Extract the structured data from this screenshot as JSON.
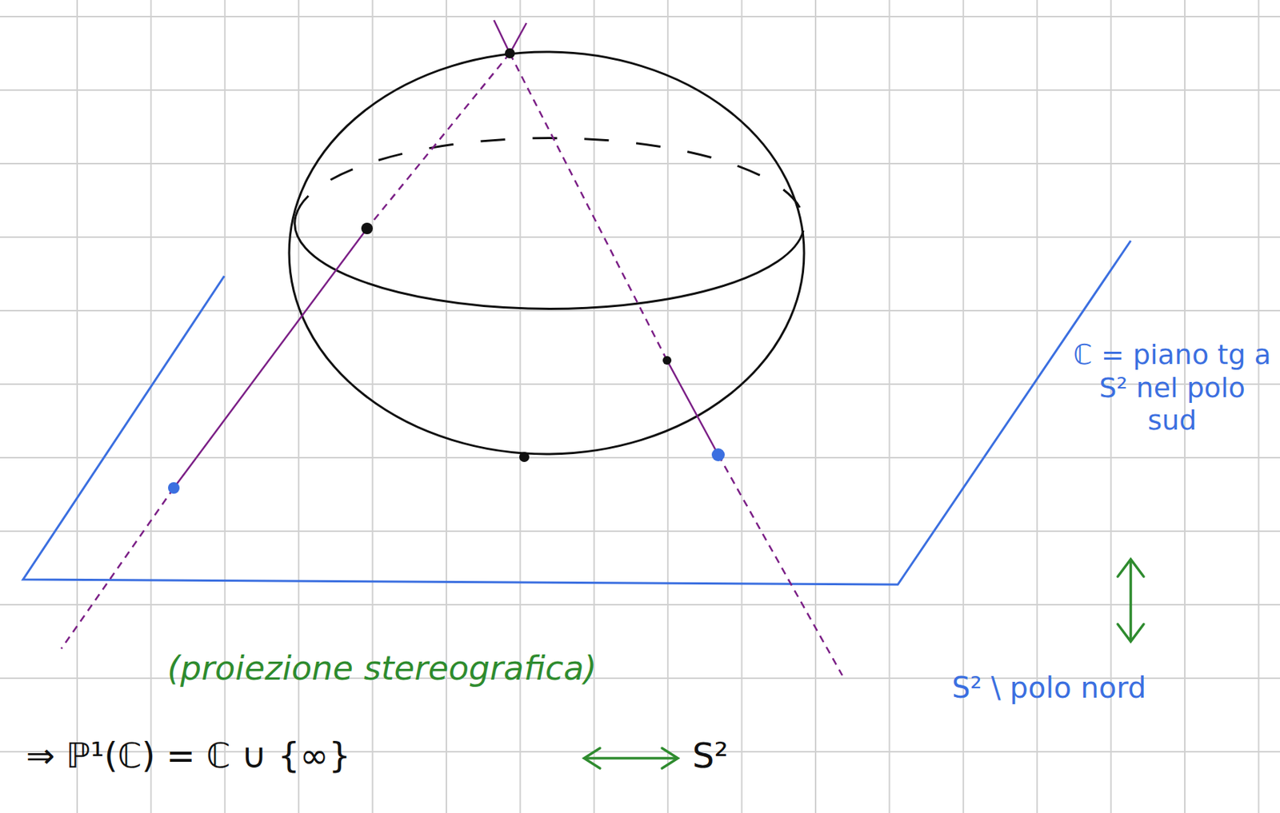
{
  "diagram": {
    "labels": [
      "ℂ = piano tg a S² nel polo sud",
      "S² \\ polo nord",
      "(proiezione stereografica)",
      "⇒ ℙ¹(ℂ) = ℂ ∪ {∞}",
      "S²"
    ]
  }
}
